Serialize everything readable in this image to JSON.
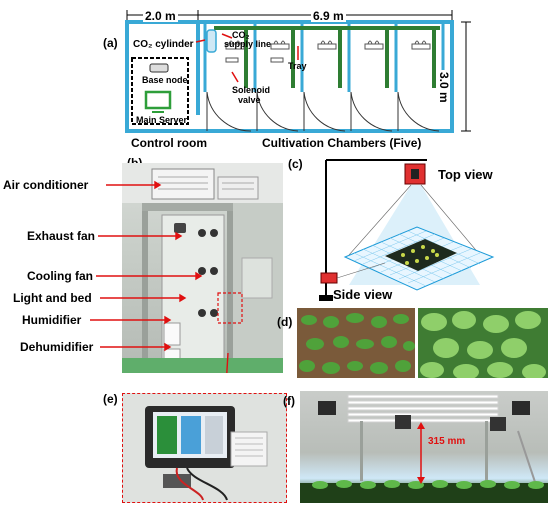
{
  "panel_a": {
    "label": "(a)",
    "dim_width_left": "2.0 m",
    "dim_width_right": "6.9 m",
    "dim_height": "3.0 m",
    "co2_cylinder": "CO₂ cylinder",
    "co2_supply_line_1": "CO₂",
    "co2_supply_line_2": "supply line",
    "tray": "Tray",
    "solenoid_1": "Solenoid",
    "solenoid_2": "valve",
    "base_node": "Base node",
    "main_server": "Main Server",
    "control_room": "Control room",
    "cultivation_chambers": "Cultivation Chambers (Five)"
  },
  "panel_b": {
    "label": "(b)",
    "callouts": [
      "Air conditioner",
      "Exhaust fan",
      "Cooling fan",
      "Light and bed",
      "Humidifier",
      "Dehumidifier"
    ]
  },
  "panel_c": {
    "label": "(c)",
    "top_view": "Top view",
    "side_view": "Side view"
  },
  "panel_d": {
    "label": "(d)"
  },
  "panel_e": {
    "label": "(e)"
  },
  "panel_f": {
    "label": "(f)",
    "height_marker": "315 mm"
  },
  "colors": {
    "wall": "#39a9d6",
    "pipe": "#2e7d32",
    "callout": "#e01010"
  }
}
